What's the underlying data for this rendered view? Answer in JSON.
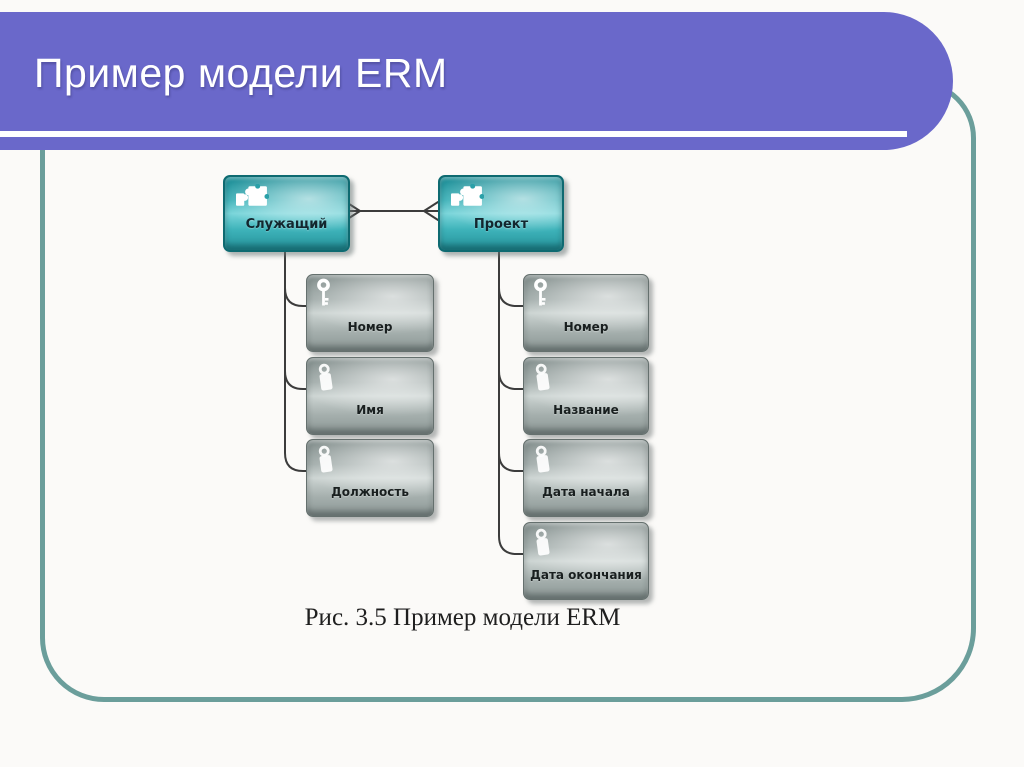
{
  "slide": {
    "title": "Пример модели ERM",
    "caption": "Рис. 3.5 Пример модели ERM",
    "colors": {
      "banner_purple": "#6a68ca",
      "banner_underline": "#ffffff",
      "frame_teal": "#6b9e9b",
      "background": "#fbfaf8",
      "entity_fill": "#3eb3ba",
      "entity_border": "#0e6a71",
      "attribute_fill": "#a6b0ae",
      "attribute_border": "#65706e",
      "connector": "#3c3c3c"
    }
  },
  "diagram": {
    "entities": [
      {
        "label": "Служащий",
        "icon": "puzzle-icon"
      },
      {
        "label": "Проект",
        "icon": "puzzle-icon"
      }
    ],
    "relationship": {
      "type": "many-to-many",
      "notation": "crow-foot-both-ends"
    },
    "attributes_left": [
      {
        "label": "Номер",
        "icon": "key-icon"
      },
      {
        "label": "Имя",
        "icon": "tag-icon"
      },
      {
        "label": "Должность",
        "icon": "tag-icon"
      }
    ],
    "attributes_right": [
      {
        "label": "Номер",
        "icon": "key-icon"
      },
      {
        "label": "Название",
        "icon": "tag-icon"
      },
      {
        "label": "Дата начала",
        "icon": "tag-icon"
      },
      {
        "label": "Дата окончания",
        "icon": "tag-icon"
      }
    ]
  }
}
